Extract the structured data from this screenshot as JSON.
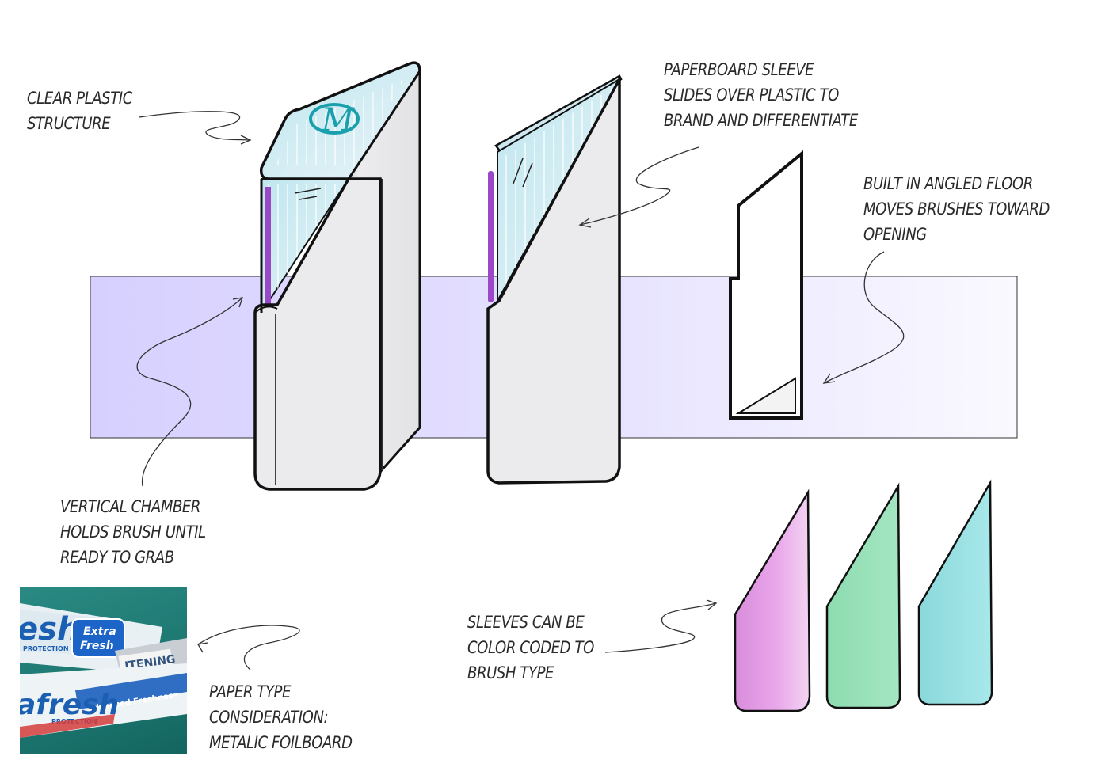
{
  "annotations": {
    "clear_plastic": [
      "CLEAR PLASTIC",
      "STRUCTURE"
    ],
    "paperboard_sleeve": [
      "PAPERBOARD SLEEVE",
      "SLIDES OVER PLASTIC TO",
      "BRAND AND DIFFERENTIATE"
    ],
    "angled_floor": [
      "BUILT IN ANGLED FLOOR",
      "MOVES BRUSHES TOWARD",
      "OPENING"
    ],
    "vertical_chamber": [
      "VERTICAL CHAMBER",
      "HOLDS BRUSH UNTIL",
      "READY TO GRAB"
    ],
    "color_coded": [
      "SLEEVES CAN BE",
      "COLOR CODED TO",
      "BRUSH TYPE"
    ],
    "paper_type": [
      "PAPER TYPE",
      "CONSIDERATION:",
      "METALIC FOILBOARD"
    ]
  },
  "logo": "M",
  "photo_labels": {
    "brand_top": "esh",
    "brand_bottom": "afresh",
    "extra": "Extra",
    "fresh": "Fresh",
    "whitening": "ITENING",
    "advanced": "Advanced Freshness",
    "protection_top": "PROTECTION",
    "protection_bottom": "PROTECTION"
  },
  "colors": {
    "band": "#dcd6ff",
    "chamber_purple": "#9a48c8",
    "sleeve_pink": "#e39ae6",
    "sleeve_green": "#98e0b8",
    "sleeve_cyan": "#95e0e2",
    "logo_teal": "#1aa0ac"
  }
}
